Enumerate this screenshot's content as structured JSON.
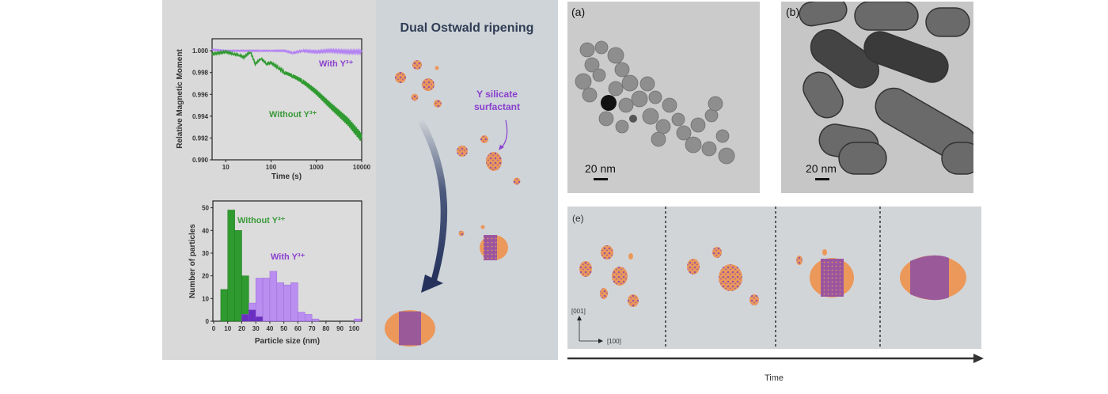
{
  "middle": {
    "title": "Dual Ostwald ripening",
    "surfactant_label_line1": "Y silicate",
    "surfactant_label_line2": "surfactant"
  },
  "tem": {
    "a": {
      "label": "(a)",
      "scale_bar": "20 nm"
    },
    "b": {
      "label": "(b)",
      "scale_bar": "20 nm"
    }
  },
  "panel_e": {
    "label": "(e)",
    "axis_vertical": "[001]",
    "axis_horizontal": "[100]",
    "time_label": "Time"
  },
  "colors": {
    "green": "#2f9a2f",
    "purple_light": "#b585f2",
    "purple_dark": "#6a2fc0",
    "label_purple": "#8a3fcf",
    "particle_orange": "#eb985a",
    "particle_purple": "#9a55a0"
  },
  "chart_data": [
    {
      "type": "line",
      "xlabel": "Time (s)",
      "ylabel": "Relative Magnetic Moment",
      "xscale": "log",
      "xlim": [
        5,
        10000
      ],
      "ylim": [
        0.99,
        1.0011
      ],
      "xticks": [
        "10",
        "100",
        "1000",
        "10000"
      ],
      "xtick_values": [
        10,
        100,
        1000,
        10000
      ],
      "yticks": [
        "0.990",
        "0.992",
        "0.994",
        "0.996",
        "0.998",
        "1.000"
      ],
      "ytick_values": [
        0.99,
        0.992,
        0.994,
        0.996,
        0.998,
        1.0
      ],
      "series": [
        {
          "name": "With Y³⁺",
          "color": "#b585f2",
          "points": [
            [
              5,
              1.0001
            ],
            [
              10,
              1.0
            ],
            [
              20,
              1.0
            ],
            [
              40,
              1.0
            ],
            [
              60,
              1.0
            ],
            [
              100,
              1.0
            ],
            [
              200,
              1.0
            ],
            [
              300,
              0.9998
            ],
            [
              500,
              1.0
            ],
            [
              1000,
              0.9999
            ],
            [
              2000,
              1.0
            ],
            [
              5000,
              0.9999
            ],
            [
              10000,
              0.9999
            ]
          ]
        },
        {
          "name": "Without Y³⁺",
          "color": "#2f9a2f",
          "points": [
            [
              5,
              0.9997
            ],
            [
              10,
              0.9999
            ],
            [
              15,
              0.9997
            ],
            [
              20,
              0.9996
            ],
            [
              25,
              0.9994
            ],
            [
              35,
              0.9999
            ],
            [
              45,
              0.9988
            ],
            [
              60,
              0.9993
            ],
            [
              80,
              0.9988
            ],
            [
              100,
              0.9989
            ],
            [
              150,
              0.9984
            ],
            [
              200,
              0.998
            ],
            [
              300,
              0.9977
            ],
            [
              500,
              0.9972
            ],
            [
              1000,
              0.9962
            ],
            [
              2000,
              0.995
            ],
            [
              5000,
              0.9935
            ],
            [
              10000,
              0.992
            ]
          ]
        }
      ],
      "annotations": [
        "With Y³⁺",
        "Without Y³⁺"
      ]
    },
    {
      "type": "bar",
      "subtype": "histogram",
      "xlabel": "Particle size (nm)",
      "ylabel": "Number of particles",
      "xlim": [
        0,
        106
      ],
      "ylim": [
        0,
        53
      ],
      "xticks": [
        "0",
        "10",
        "20",
        "30",
        "40",
        "50",
        "60",
        "70",
        "80",
        "90",
        "100"
      ],
      "xtick_values": [
        0,
        10,
        20,
        30,
        40,
        50,
        60,
        70,
        80,
        90,
        100
      ],
      "yticks": [
        "0",
        "10",
        "20",
        "30",
        "40",
        "50"
      ],
      "ytick_values": [
        0,
        10,
        20,
        30,
        40,
        50
      ],
      "bin_width": 5,
      "series": [
        {
          "name": "Without Y³⁺",
          "color": "#2f9a2f",
          "bins": [
            [
              5,
              14
            ],
            [
              10,
              49
            ],
            [
              15,
              40
            ],
            [
              20,
              20
            ],
            [
              25,
              5
            ],
            [
              30,
              2
            ]
          ]
        },
        {
          "name": "With Y³⁺",
          "color": "#b585f2",
          "bins": [
            [
              20,
              3
            ],
            [
              25,
              8
            ],
            [
              30,
              19
            ],
            [
              35,
              19
            ],
            [
              40,
              22
            ],
            [
              45,
              17
            ],
            [
              50,
              16
            ],
            [
              55,
              17
            ],
            [
              60,
              4
            ],
            [
              65,
              3
            ],
            [
              70,
              1
            ],
            [
              100,
              1
            ]
          ]
        }
      ],
      "annotations": [
        "Without Y³⁺",
        "With Y³⁺"
      ]
    }
  ]
}
